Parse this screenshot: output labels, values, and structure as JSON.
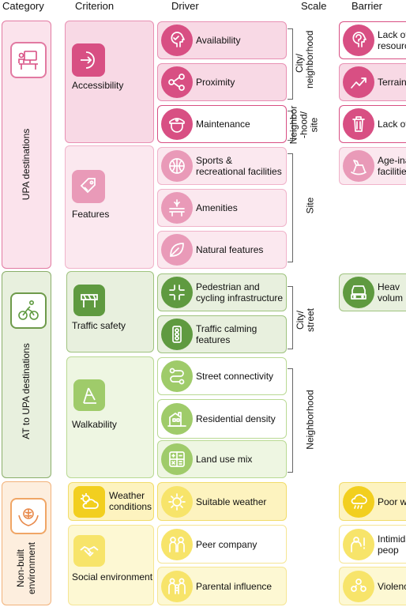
{
  "headers": {
    "category": "Category",
    "criterion": "Criterion",
    "driver": "Driver",
    "scale": "Scale",
    "barrier": "Barrier"
  },
  "colors": {
    "pink": "#d84f83",
    "pinkLight": "#e99ab8",
    "green": "#5f9a40",
    "greenLight": "#9fcb6a",
    "yellow": "#f2cf1f",
    "yellowLight": "#f7e46a",
    "orange": "#f0a666"
  },
  "categories": [
    {
      "label": "UPA destinations",
      "icon": "computer-desk-icon"
    },
    {
      "label": "AT to UPA destinations",
      "icon": "cyclist-icon"
    },
    {
      "label": "Non-built environment",
      "icon": "hands-brain-icon"
    }
  ],
  "criteria": [
    {
      "label": "Accessibility",
      "icon": "arrow-enter-icon"
    },
    {
      "label": "Features",
      "icon": "price-tag-icon"
    },
    {
      "label": "Traffic safety",
      "icon": "road-barrier-icon"
    },
    {
      "label": "Walkability",
      "icon": "walking-path-icon"
    },
    {
      "label": "Weather conditions",
      "icon": "cloud-sun-icon"
    },
    {
      "label": "Social environment",
      "icon": "handshake-icon"
    }
  ],
  "drivers": [
    {
      "label": "Availability",
      "icon": "head-check-icon"
    },
    {
      "label": "Proximity",
      "icon": "nodes-icon"
    },
    {
      "label": "Maintenance",
      "icon": "cap-icon"
    },
    {
      "label": "Sports & recreational facilities",
      "icon": "basketball-icon"
    },
    {
      "label": "Amenities",
      "icon": "bench-icon"
    },
    {
      "label": "Natural features",
      "icon": "leaf-icon"
    },
    {
      "label": "Pedestrian and cycling infrastructure",
      "icon": "crosswalk-icon"
    },
    {
      "label": "Traffic calming features",
      "icon": "traffic-light-icon"
    },
    {
      "label": "Street connectivity",
      "icon": "route-icon"
    },
    {
      "label": "Residential density",
      "icon": "buildings-icon"
    },
    {
      "label": "Land use mix",
      "icon": "calculator-icon"
    },
    {
      "label": "Suitable weather",
      "icon": "sun-icon"
    },
    {
      "label": "Peer company",
      "icon": "people-icon"
    },
    {
      "label": "Parental influence",
      "icon": "family-icon"
    }
  ],
  "scales": [
    {
      "label": "City/ neighborhood"
    },
    {
      "label": "Neighbor -hood/ site"
    },
    {
      "label": "Site"
    },
    {
      "label": "City/ street"
    },
    {
      "label": "Neighborhood"
    }
  ],
  "barriers": [
    {
      "label": "Lack of resourc",
      "icon": "head-question-icon"
    },
    {
      "label": "Terrain",
      "icon": "terrain-chart-icon"
    },
    {
      "label": "Lack of",
      "icon": "trash-bin-icon"
    },
    {
      "label": "Age-ina facilities",
      "icon": "rocking-horse-icon"
    },
    {
      "label": "Heav volum",
      "icon": "car-traffic-icon"
    },
    {
      "label": "Poor w",
      "icon": "rain-cloud-icon"
    },
    {
      "label": "Intimida of peop",
      "icon": "person-alert-icon"
    },
    {
      "label": "Violenc",
      "icon": "group-icon"
    }
  ]
}
